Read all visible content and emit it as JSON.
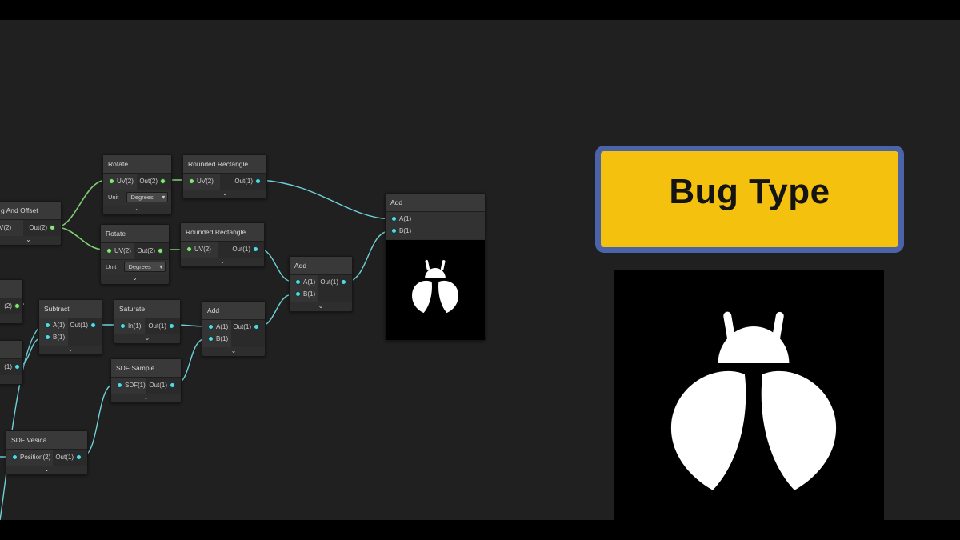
{
  "graph": {
    "nodes": {
      "tiling_offset": {
        "title": "g And Offset",
        "in_label": "V(2)",
        "out_label": "Out(2)"
      },
      "rotate_top": {
        "title": "Rotate",
        "in_label": "UV(2)",
        "out_label": "Out(2)",
        "option_label": "Unit",
        "option_value": "Degrees"
      },
      "rounded_rect_top": {
        "title": "Rounded Rectangle",
        "in_label": "UV(2)",
        "out_label": "Out(1)"
      },
      "rotate_bottom": {
        "title": "Rotate",
        "in_label": "UV(2)",
        "out_label": "Out(2)",
        "option_label": "Unit",
        "option_value": "Degrees"
      },
      "rounded_rect_bottom": {
        "title": "Rounded Rectangle",
        "in_label": "UV(2)",
        "out_label": "Out(1)"
      },
      "add_final": {
        "title": "Add",
        "in_a": "A(1)",
        "in_b": "B(1)"
      },
      "add_mid": {
        "title": "Add",
        "in_a": "A(1)",
        "in_b": "B(1)",
        "out_label": "Out(1)"
      },
      "partial_a": {
        "out_label": "(2)"
      },
      "partial_b": {
        "out_label": "(1)"
      },
      "subtract": {
        "title": "Subtract",
        "in_a": "A(1)",
        "in_b": "B(1)",
        "out_label": "Out(1)"
      },
      "saturate": {
        "title": "Saturate",
        "in_label": "In(1)",
        "out_label": "Out(1)"
      },
      "add_low": {
        "title": "Add",
        "in_a": "A(1)",
        "in_b": "B(1)",
        "out_label": "Out(1)"
      },
      "sdf_sample": {
        "title": "SDF Sample",
        "in_label": "SDF(1)",
        "out_label": "Out(1)"
      },
      "sdf_vesica": {
        "title": "SDF Vesica",
        "in_label": "Position(2)",
        "out_label": "Out(1)"
      }
    },
    "expand_glyph": "⌄"
  },
  "label": {
    "text": "Bug Type"
  },
  "colors": {
    "wire_uv": "#7fcf74",
    "wire_float": "#6fd0d8",
    "label_bg": "#f4c20e",
    "label_border": "#4b63a8"
  },
  "icons": {
    "main": "bug-icon"
  }
}
